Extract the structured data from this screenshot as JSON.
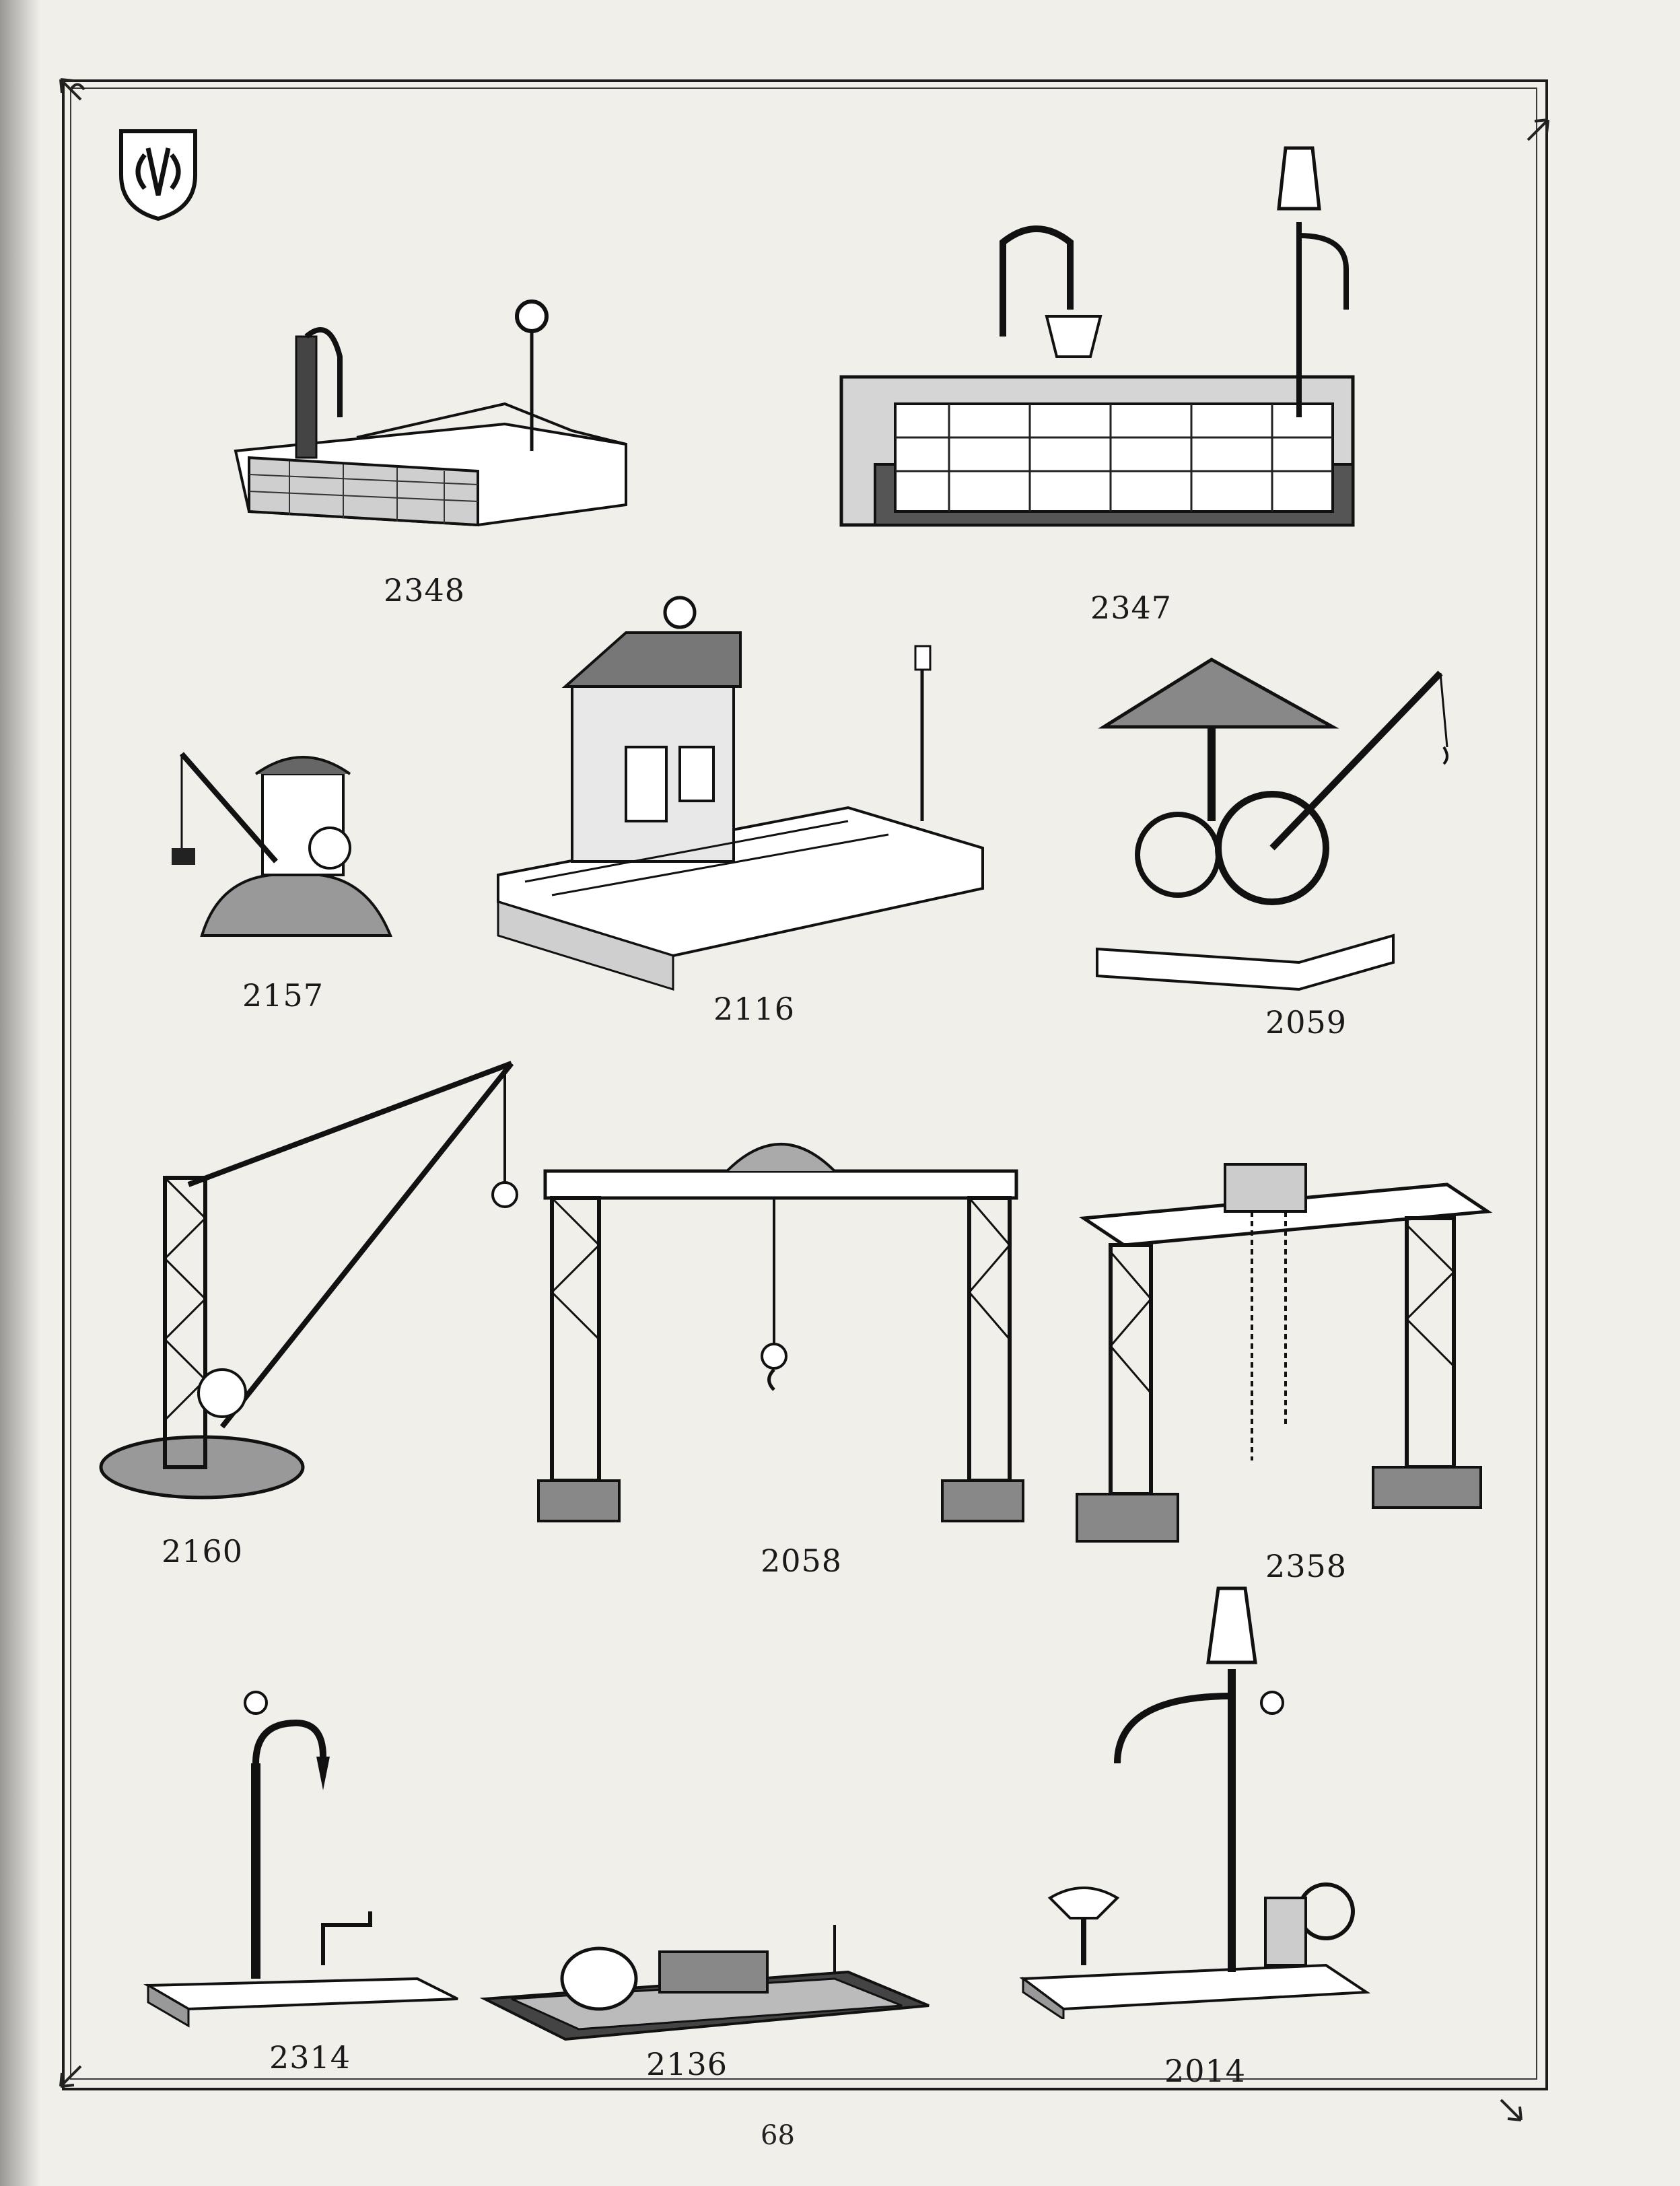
{
  "items": [
    {
      "id": "2348",
      "label": "2348"
    },
    {
      "id": "2347",
      "label": "2347"
    },
    {
      "id": "2157",
      "label": "2157"
    },
    {
      "id": "2116",
      "label": "2116"
    },
    {
      "id": "2059",
      "label": "2059"
    },
    {
      "id": "2160",
      "label": "2160"
    },
    {
      "id": "2058",
      "label": "2058"
    },
    {
      "id": "2358",
      "label": "2358"
    },
    {
      "id": "2314",
      "label": "2314"
    },
    {
      "id": "2136",
      "label": "2136"
    },
    {
      "id": "2014",
      "label": "2014"
    }
  ],
  "page": {
    "number": "68"
  },
  "colors": {
    "ink": "#1a1a1a",
    "paper": "#f1efea"
  },
  "icons": {
    "monogram": "shield-monogram-icon",
    "corner": "fleur-corner-icon"
  }
}
